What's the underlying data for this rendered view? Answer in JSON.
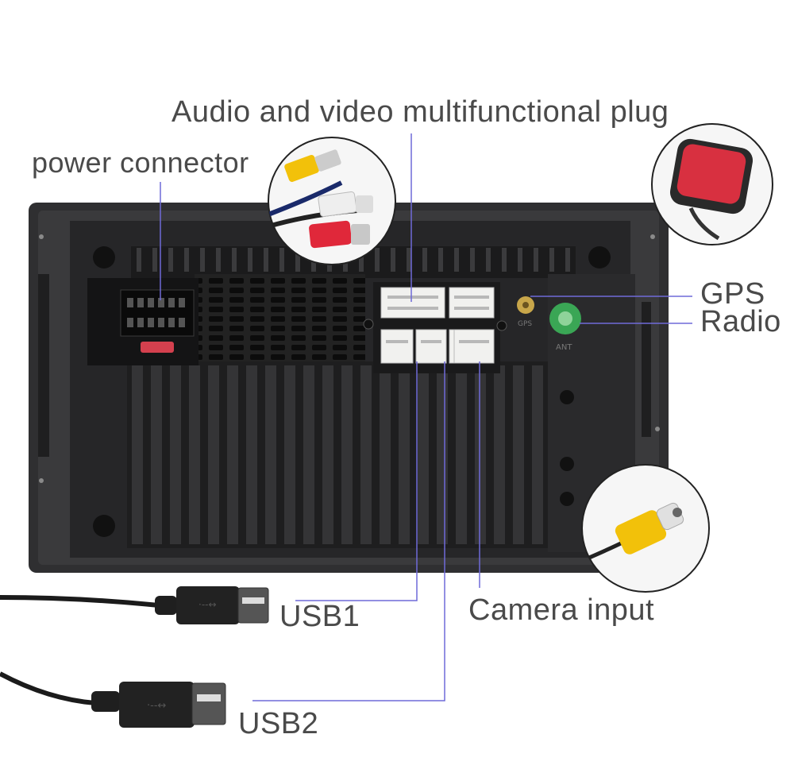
{
  "labels": {
    "av_plug": "Audio and video multifunctional plug",
    "power": "power connector",
    "gps": "GPS",
    "radio": "Radio",
    "usb1": "USB1",
    "camera": "Camera input",
    "usb2": "USB2"
  },
  "unit_markings": {
    "gps_port": "GPS",
    "antenna_port": "ANT"
  },
  "colors": {
    "callout_line": "#6f6ad8",
    "chassis": "#2b2b2d",
    "rca_yellow": "#f2c10a",
    "rca_red": "#e0283a",
    "rca_white": "#eeeeee",
    "antenna_green": "#3aa655",
    "gps_pad_red": "#d83040"
  }
}
